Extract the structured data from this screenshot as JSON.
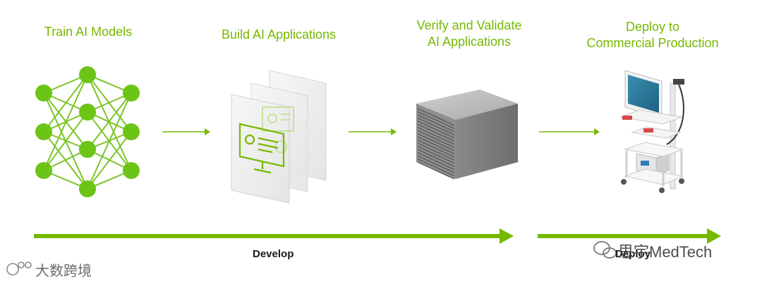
{
  "stages": [
    {
      "title_line1": "Train AI Models",
      "title_line2": ""
    },
    {
      "title_line1": "Build AI Applications",
      "title_line2": ""
    },
    {
      "title_line1": "Verify and Validate",
      "title_line2": "AI Applications"
    },
    {
      "title_line1": "Deploy to",
      "title_line2": "Commercial Production"
    }
  ],
  "phases": {
    "develop": "Develop",
    "deploy": "Deploy"
  },
  "watermarks": {
    "left": "大数跨境",
    "right": "思宇MedTech"
  },
  "colors": {
    "accent": "#76b900",
    "node": "#6cc417",
    "dark_text": "#1a1a1a"
  },
  "icons": [
    "neural-network-icon",
    "application-windows-icon",
    "server-icon",
    "medical-cart-icon"
  ]
}
